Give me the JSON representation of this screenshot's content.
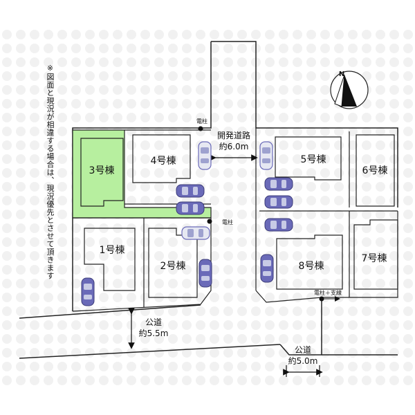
{
  "note": "※図面と現況が相違する場合は、現況優先とさせて頂きます",
  "north": "N",
  "roads": {
    "dev_road_name": "開発道路",
    "dev_road_width": "約6.0m",
    "public_road_a_name": "公道",
    "public_road_a_width": "約5.5m",
    "public_road_b_name": "公道",
    "public_road_b_width": "約5.0m"
  },
  "poles": {
    "pole_top": "電柱",
    "pole_mid": "電柱",
    "pole_support": "電柱＋支線"
  },
  "lots": [
    {
      "id": "lot-1",
      "label": "1号棟"
    },
    {
      "id": "lot-2",
      "label": "2号棟"
    },
    {
      "id": "lot-3",
      "label": "3号棟",
      "highlight": true
    },
    {
      "id": "lot-4",
      "label": "4号棟"
    },
    {
      "id": "lot-5",
      "label": "5号棟"
    },
    {
      "id": "lot-6",
      "label": "6号棟"
    },
    {
      "id": "lot-7",
      "label": "7号棟"
    },
    {
      "id": "lot-8",
      "label": "8号棟"
    }
  ],
  "colors": {
    "highlight_fill": "#b7ef9f",
    "line": "#222222",
    "car_body": "#6a6ab8",
    "car_light": "#c8cbe6",
    "watermark": "#eeeeee"
  }
}
